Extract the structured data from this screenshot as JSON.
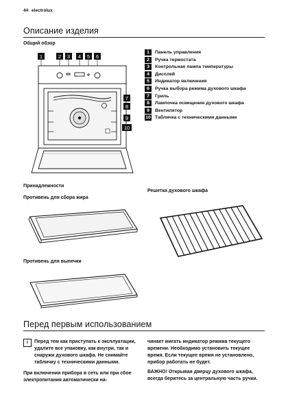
{
  "header": {
    "page_number": "44",
    "brand": "electrolux"
  },
  "section1": {
    "title": "Описание изделия"
  },
  "overview": {
    "title": "Общий обзор",
    "diagram_labels": [
      "1",
      "2",
      "3",
      "4",
      "5",
      "6",
      "7",
      "8",
      "9",
      "10"
    ],
    "legend": [
      {
        "num": "1",
        "text": "Панель управления"
      },
      {
        "num": "2",
        "text": "Ручка термостата"
      },
      {
        "num": "3",
        "text": "Контрольная лампа температуры"
      },
      {
        "num": "4",
        "text": "Дисплей"
      },
      {
        "num": "5",
        "text": "Индикатор включения"
      },
      {
        "num": "6",
        "text": "Ручка выбора режима духового шкафа"
      },
      {
        "num": "7",
        "text": "Гриль"
      },
      {
        "num": "8",
        "text": "Лампочка освещения духового шкафа"
      },
      {
        "num": "9",
        "text": "Вентилятор"
      },
      {
        "num": "10",
        "text": "Табличка с техническими данными"
      }
    ]
  },
  "accessories": {
    "title": "Принадлежности",
    "tray1": "Противень для сбора жира",
    "rack": "Решетка духового шкафа",
    "tray2": "Противень для выпечки"
  },
  "section2": {
    "title": "Перед первым использованием"
  },
  "body": {
    "note": "Перед тем как приступать к эксплуатации, удалите все упаковку, как внутри, так и снаружи духового шкафа. Не снимайте табличку с техническими данными.",
    "para1_start": "При включении прибора в сеть или при сбое электропитания автоматически на-",
    "para1_cont": "чинает мигать индикатор режима текущего времени. Необходимо установить текущее время. Если текущее время не установлено, прибор работать не будет.",
    "warning_bold": "ВАЖНО!",
    "warning": " Открывая дверцу духового шкафа, всегда беритесь за центральную часть ручки."
  }
}
